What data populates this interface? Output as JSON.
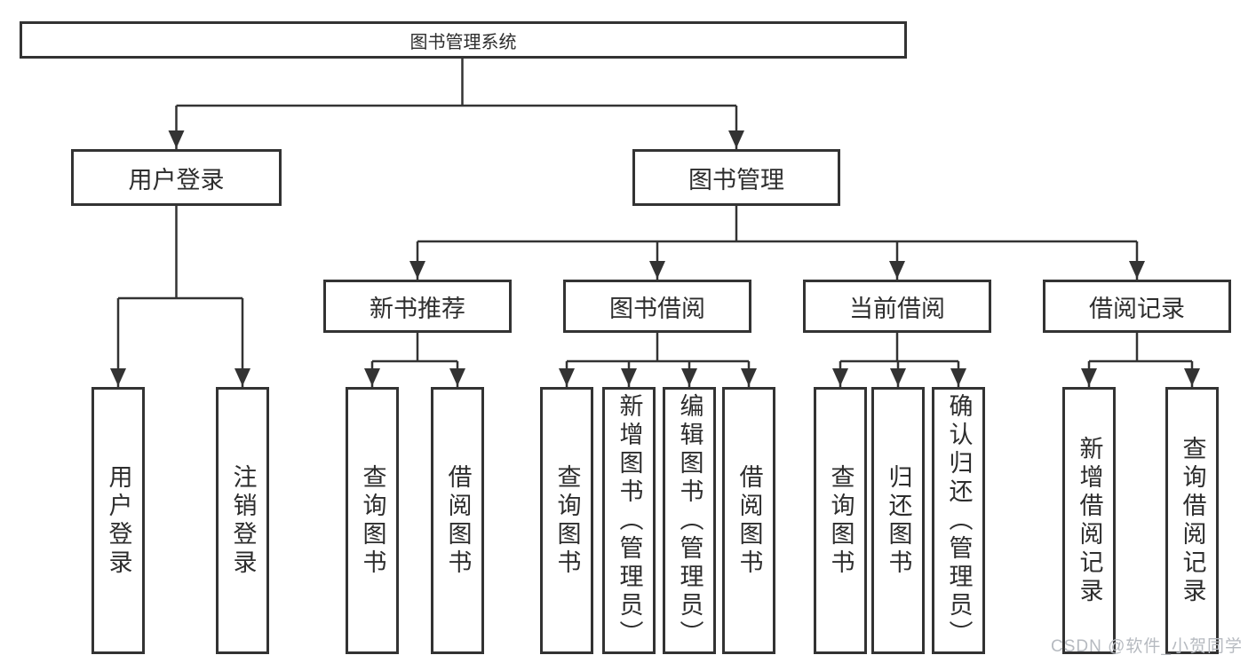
{
  "colors": {
    "line": "#333333",
    "border": "#333333",
    "text": "#2d2d2d",
    "background": "#ffffff",
    "watermark_text": "#b6bac0"
  },
  "watermark": {
    "text": "CSDN @软件_小贺同学"
  },
  "tree": {
    "label": "图书管理系统",
    "children": [
      {
        "label": "用户登录",
        "children": [
          {
            "label": "用户登录"
          },
          {
            "label": "注销登录"
          }
        ]
      },
      {
        "label": "图书管理",
        "children": [
          {
            "label": "新书推荐",
            "children": [
              {
                "label": "查询图书"
              },
              {
                "label": "借阅图书"
              }
            ]
          },
          {
            "label": "图书借阅",
            "children": [
              {
                "label": "查询图书"
              },
              {
                "label": "新增图书（管理员）"
              },
              {
                "label": "编辑图书（管理员）"
              },
              {
                "label": "借阅图书"
              }
            ]
          },
          {
            "label": "当前借阅",
            "children": [
              {
                "label": "查询图书"
              },
              {
                "label": "归还图书"
              },
              {
                "label": "确认归还（管理员）"
              }
            ]
          },
          {
            "label": "借阅记录",
            "children": [
              {
                "label": "新增借阅记录"
              },
              {
                "label": "查询借阅记录"
              }
            ]
          }
        ]
      }
    ]
  }
}
